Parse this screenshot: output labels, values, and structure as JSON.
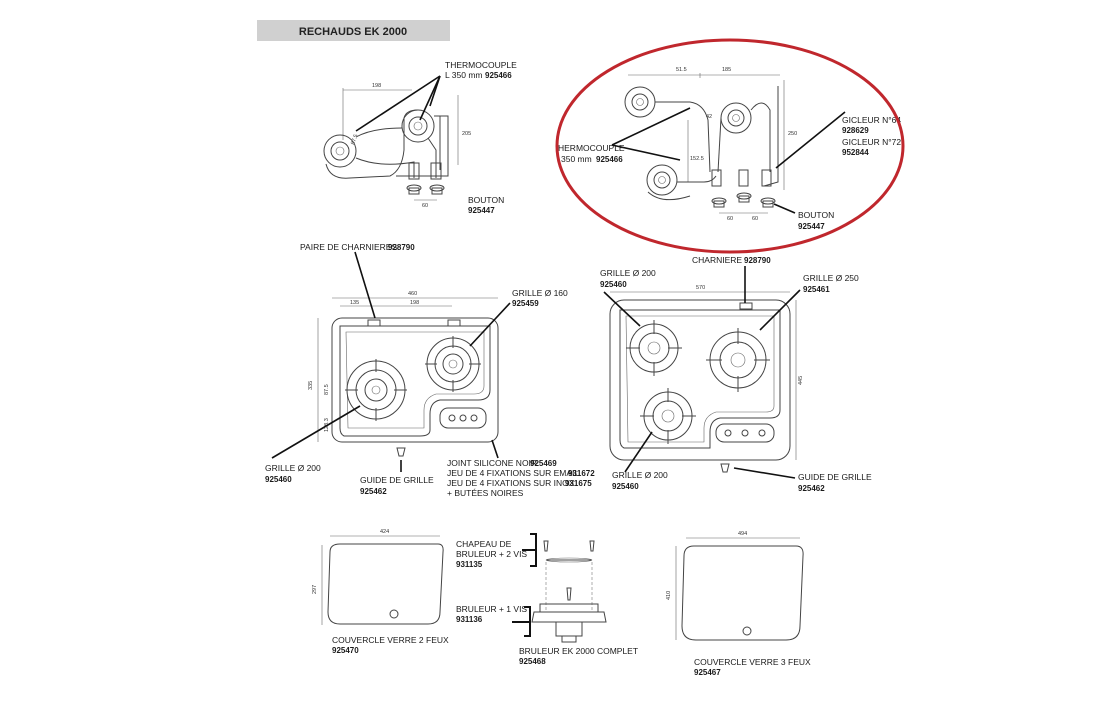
{
  "title": "RECHAUDS EK 2000",
  "accent_color": "#c0272d",
  "labels": {
    "thermo1_name": "THERMOCOUPLE",
    "thermo1_len": "L 350 mm",
    "thermo1_code": "925466",
    "bouton1_name": "BOUTON",
    "bouton1_code": "925447",
    "dims_topleft": {
      "d198": "198",
      "d87": "87.5",
      "d205": "205",
      "d60": "60"
    },
    "gicleur64_name": "GICLEUR N°64",
    "gicleur64_code": "928629",
    "gicleur72_name": "GICLEUR N°72",
    "gicleur72_code": "952844",
    "thermo2_name": "HERMOCOUPLE",
    "thermo2_len": "350 mm",
    "thermo2_code": "925466",
    "bouton2_name": "BOUTON",
    "bouton2_code": "925447",
    "dims_topright": {
      "d515": "51.5",
      "d185": "185",
      "d250": "250",
      "d152": "152.5",
      "d42": "42",
      "d60a": "60",
      "d60b": "60"
    },
    "paire_name": "PAIRE DE CHARNIERES",
    "paire_code": "928790",
    "grille160_name": "GRILLE Ø 160",
    "grille160_code": "925459",
    "grille200a_name": "GRILLE Ø 200",
    "grille200a_code": "925460",
    "guide1_name": "GUIDE DE GRILLE",
    "guide1_code": "925462",
    "joint_name": "JOINT SILICONE NOIR",
    "joint_code": "925469",
    "fix_email_name": "JEU DE 4 FIXATIONS SUR EMAIL",
    "fix_email_code": "931672",
    "fix_inox_name": "JEU DE 4 FIXATIONS SUR INOX",
    "fix_inox_code": "931675",
    "butees": "+ BUTÉES NOIRES",
    "dims_midleft": {
      "d460": "460",
      "d135": "135",
      "d198": "198",
      "d335": "335",
      "d87": "87.5",
      "d128": "128.3"
    },
    "charniere_name": "CHARNIERE",
    "charniere_code": "928790",
    "grille200b_name": "GRILLE Ø 200",
    "grille200b_code": "925460",
    "grille250_name": "GRILLE Ø 250",
    "grille250_code": "925461",
    "grille200c_name": "GRILLE Ø 200",
    "grille200c_code": "925460",
    "guide2_name": "GUIDE DE GRILLE",
    "guide2_code": "925462",
    "dims_midright": {
      "d570": "570",
      "d445": "445"
    },
    "couv2_name": "COUVERCLE VERRE 2 FEUX",
    "couv2_code": "925470",
    "dims_couv2": {
      "w": "424",
      "h": "297"
    },
    "chapeau_line1": "CHAPEAU DE",
    "chapeau_line2": "BRULEUR + 2 VIS",
    "chapeau_code": "931135",
    "bruleur_name": "BRULEUR + 1 VIS",
    "bruleur_code": "931136",
    "bruleur_complet_name": "BRULEUR EK 2000 COMPLET",
    "bruleur_complet_code": "925468",
    "couv3_name": "COUVERCLE VERRE 3 FEUX",
    "couv3_code": "925467",
    "dims_couv3": {
      "w": "494",
      "h": "410"
    }
  }
}
